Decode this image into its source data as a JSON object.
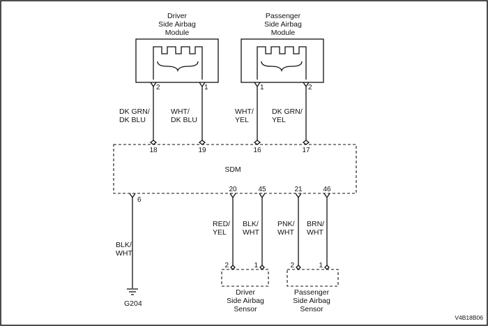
{
  "driver_module": {
    "line1": "Driver",
    "line2": "Side Airbag",
    "line3": "Module"
  },
  "passenger_module": {
    "line1": "Passenger",
    "line2": "Side Airbag",
    "line3": "Module"
  },
  "sdm": {
    "label": "SDM"
  },
  "pins": {
    "drv_mod_a": "2",
    "drv_mod_b": "1",
    "pas_mod_a": "1",
    "pas_mod_b": "2",
    "sdm_18": "18",
    "sdm_19": "19",
    "sdm_16": "16",
    "sdm_17": "17",
    "sdm_6": "6",
    "sdm_20": "20",
    "sdm_45": "45",
    "sdm_21": "21",
    "sdm_46": "46",
    "drv_sen_a": "2",
    "drv_sen_b": "1",
    "pas_sen_a": "2",
    "pas_sen_b": "1"
  },
  "wires": {
    "w1": {
      "line1": "DK GRN/",
      "line2": "DK BLU"
    },
    "w2": {
      "line1": "WHT/",
      "line2": "DK BLU"
    },
    "w3": {
      "line1": "WHT/",
      "line2": "YEL"
    },
    "w4": {
      "line1": "DK GRN/",
      "line2": "YEL"
    },
    "w5": {
      "line1": "BLK/",
      "line2": "WHT"
    },
    "w6": {
      "line1": "RED/",
      "line2": "YEL"
    },
    "w7": {
      "line1": "BLK/",
      "line2": "WHT"
    },
    "w8": {
      "line1": "PNK/",
      "line2": "WHT"
    },
    "w9": {
      "line1": "BRN/",
      "line2": "WHT"
    }
  },
  "ground": {
    "label": "G204"
  },
  "driver_sensor": {
    "line1": "Driver",
    "line2": "Side Airbag",
    "line3": "Sensor"
  },
  "passenger_sensor": {
    "line1": "Passenger",
    "line2": "Side Airbag",
    "line3": "Sensor"
  },
  "figure_code": "V4B18B06"
}
